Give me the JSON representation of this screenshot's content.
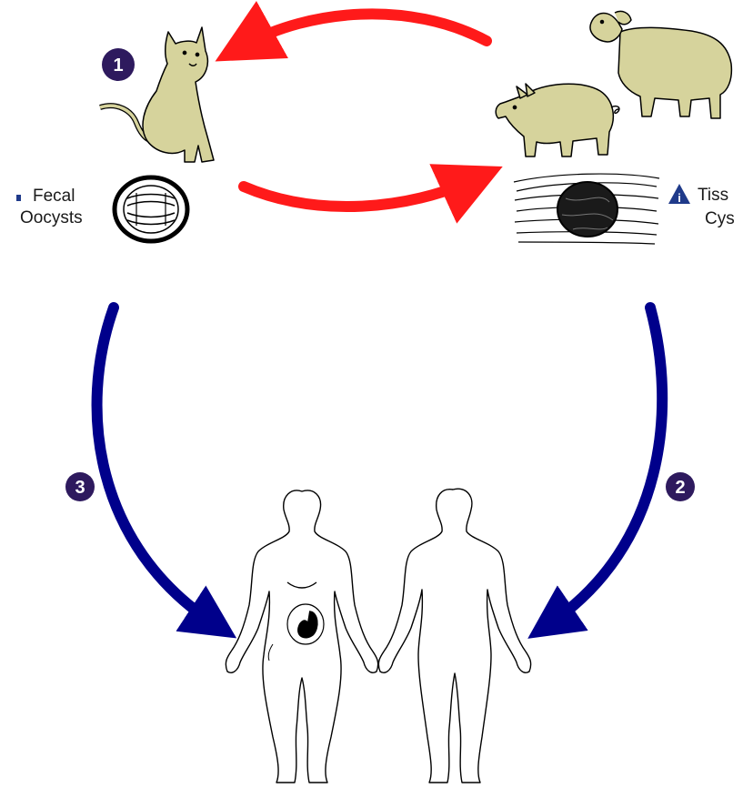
{
  "steps": [
    {
      "number": "1"
    },
    {
      "number": "2"
    },
    {
      "number": "3"
    }
  ],
  "labels": {
    "fecal_line1": "Fecal",
    "fecal_line2": "Oocysts",
    "tissue_line1": "Tiss",
    "tissue_line2": "Cys",
    "warning_glyph": "i"
  },
  "colors": {
    "red_arrow": "#ff1a1a",
    "blue_arrow": "#00008b",
    "badge": "#2e1a5e",
    "animal_fill": "#d6d39c",
    "outline": "#000000"
  },
  "icons": [
    "cat-icon",
    "pig-icon",
    "sheep-icon",
    "oocyst-icon",
    "tissue-cyst-icon",
    "warning-icon",
    "pregnant-woman-icon",
    "man-icon"
  ]
}
